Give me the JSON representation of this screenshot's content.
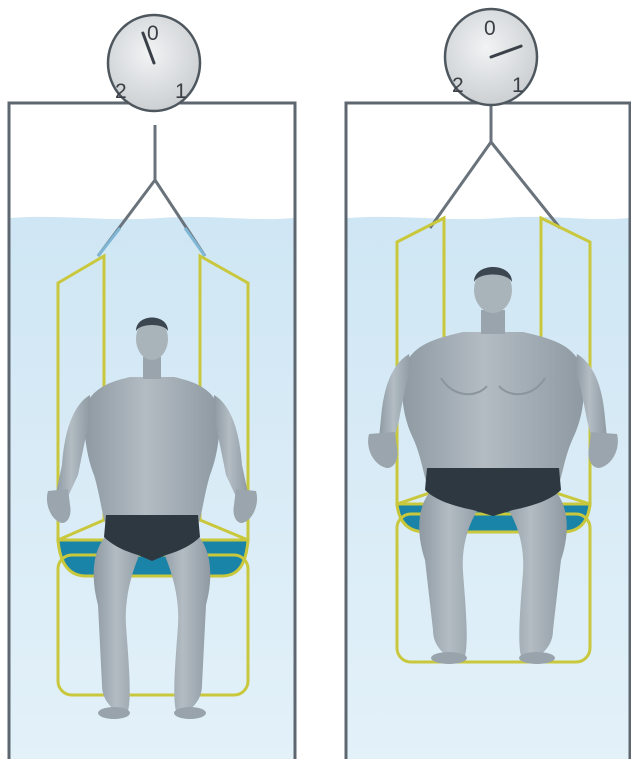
{
  "panels": [
    {
      "id": "less-fat",
      "scale": {
        "marks": [
          "0",
          "1",
          "2"
        ],
        "reading": 0.05
      },
      "colors": {
        "water": "#dcedf7",
        "frame": "#c9c83c",
        "seat": "#1a84a8",
        "body": "#a3adb5",
        "trunks": "#2d3840"
      }
    },
    {
      "id": "more-fat",
      "scale": {
        "marks": [
          "0",
          "1",
          "2"
        ],
        "reading": 1.0
      },
      "colors": {
        "water": "#dcedf7",
        "frame": "#c9c83c",
        "seat": "#1a84a8",
        "body": "#a3adb5",
        "trunks": "#2d3840"
      }
    }
  ]
}
